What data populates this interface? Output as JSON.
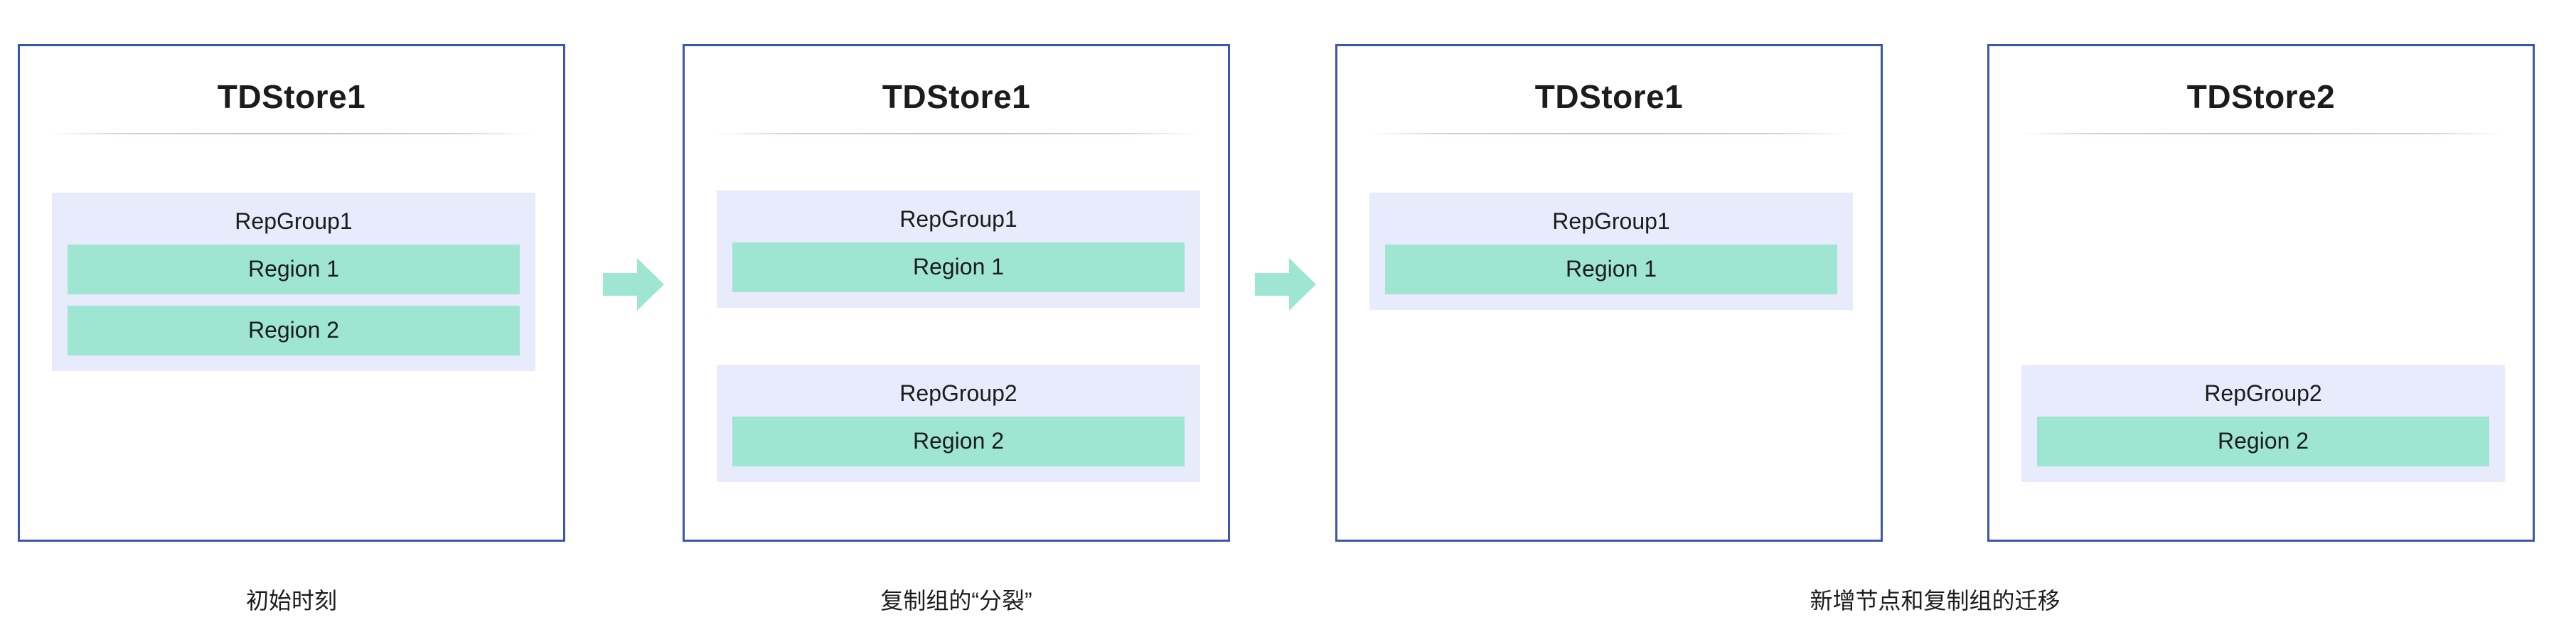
{
  "diagram": {
    "accent_border": "#3b55b0",
    "repgroup_bg": "#e7ebfb",
    "region_bg": "#9fe6d2",
    "arrow_color": "#9fe6d2",
    "panels": [
      {
        "title": "TDStore1",
        "groups": [
          {
            "label": "RepGroup1",
            "regions": [
              "Region 1",
              "Region 2"
            ]
          }
        ]
      },
      {
        "title": "TDStore1",
        "groups": [
          {
            "label": "RepGroup1",
            "regions": [
              "Region 1"
            ]
          },
          {
            "label": "RepGroup2",
            "regions": [
              "Region 2"
            ]
          }
        ]
      },
      {
        "title": "TDStore1",
        "groups": [
          {
            "label": "RepGroup1",
            "regions": [
              "Region 1"
            ]
          }
        ]
      },
      {
        "title": "TDStore2",
        "groups": [
          {
            "label": "RepGroup2",
            "regions": [
              "Region 2"
            ]
          }
        ]
      }
    ],
    "arrows": [
      {
        "name": "arrow-split"
      },
      {
        "name": "arrow-migrate"
      }
    ],
    "captions": [
      "初始时刻",
      "复制组的“分裂”",
      "新增节点和复制组的迁移"
    ]
  }
}
